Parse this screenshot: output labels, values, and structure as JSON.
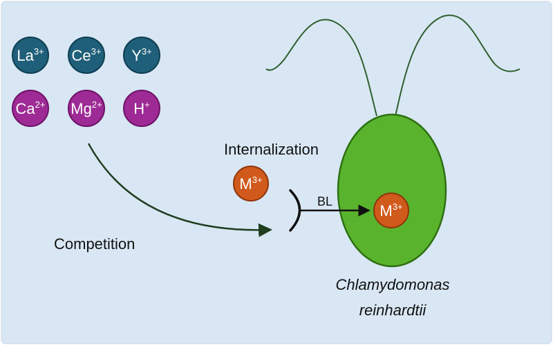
{
  "colors": {
    "background": "#d9e7f4",
    "trivalent_ion": "#1f5f7a",
    "divalent_ion": "#9e2a96",
    "metal_ion": "#d05a1c",
    "cell": "#5ab32c",
    "arrow": "#1f3d1f",
    "line": "#111111"
  },
  "ions": {
    "row1": [
      {
        "symbol": "La",
        "charge": "3+"
      },
      {
        "symbol": "Ce",
        "charge": "3+"
      },
      {
        "symbol": "Y",
        "charge": "3+"
      }
    ],
    "row2": [
      {
        "symbol": "Ca",
        "charge": "2+"
      },
      {
        "symbol": "Mg",
        "charge": "2+"
      },
      {
        "symbol": "H",
        "charge": "+"
      }
    ]
  },
  "labels": {
    "competition": "Competition",
    "internalization": "Internalization",
    "bl": "BL",
    "species_line1": "Chlamydomonas",
    "species_line2": "reinhardtii"
  },
  "metal_outside": {
    "symbol": "M",
    "charge": "3+"
  },
  "metal_inside": {
    "symbol": "M",
    "charge": "3+"
  }
}
